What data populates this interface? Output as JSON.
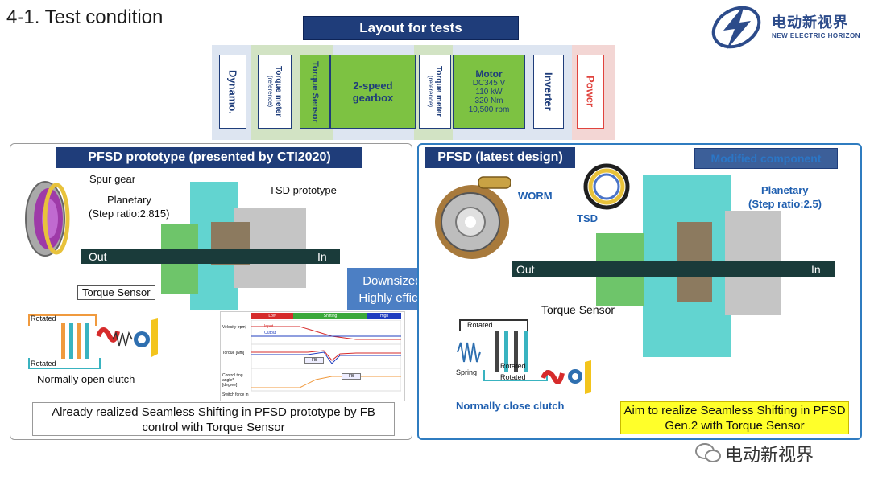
{
  "slide": {
    "title": "4-1. Test condition"
  },
  "logo": {
    "name_cn": "电动新视界",
    "name_en": "NEW ELECTRIC HORIZON"
  },
  "layout": {
    "title": "Layout for tests",
    "dynamo": "Dynamo.",
    "torque_meter_1": "Torque meter",
    "torque_meter_1_sub": "(reference)",
    "torque_sensor": "Torque Sensor",
    "gearbox": "2-speed gearbox",
    "torque_meter_2": "Torque meter",
    "torque_meter_2_sub": "(reference)",
    "motor_title": "Motor",
    "motor_specs": [
      "DC345 V",
      "110 kW",
      "320 Nm",
      "10,500 rpm"
    ],
    "inverter": "Inverter",
    "power": "Power"
  },
  "left_panel": {
    "header": "PFSD prototype (presented by CTI2020)",
    "spur_gear": "Spur gear",
    "planetary": "Planetary",
    "step_ratio": "(Step ratio:2.815)",
    "tsd_prototype": "TSD prototype",
    "out": "Out",
    "in": "In",
    "torque_sensor": "Torque Sensor",
    "rotated_top": "Rotated",
    "rotated_bottom": "Rotated",
    "clutch": "Normally open clutch",
    "note": "Already realized Seamless Shifting in PFSD prototype by FB control with Torque Sensor"
  },
  "mini_chart": {
    "phases": [
      "Low",
      "Shifting",
      "High"
    ],
    "rows": [
      "Velocity [rpm]",
      "Torque [Nm]",
      "Control ting angle* [degree]"
    ],
    "legend_input": "Input",
    "legend_output": "Output",
    "fb": "FB",
    "xlabel": "Switch force in"
  },
  "center_arrow": {
    "line1": "Downsized &",
    "line2": "Highly efficient"
  },
  "right_panel": {
    "header": "PFSD (latest design)",
    "modified_label": "Modified component",
    "worm": "WORM",
    "tsd": "TSD",
    "planetary": "Planetary",
    "step_ratio": "(Step ratio:2.5)",
    "out": "Out",
    "in": "In",
    "torque_sensor": "Torque Sensor",
    "rotated_top": "Rotated",
    "rotated_mid": "Rotated",
    "rotated_bottom": "Rotated",
    "spring": "Spring",
    "clutch": "Normally close clutch",
    "note": "Aim to realize Seamless Shifting in PFSD Gen.2 with Torque Sensor"
  },
  "watermark": {
    "text": "电动新视界"
  },
  "colors": {
    "navy": "#1f3d7a",
    "green": "#7dc242",
    "power_red": "#e0433e",
    "arrow_blue": "#4c7fc4",
    "highlight_yellow": "#ffff2a"
  }
}
